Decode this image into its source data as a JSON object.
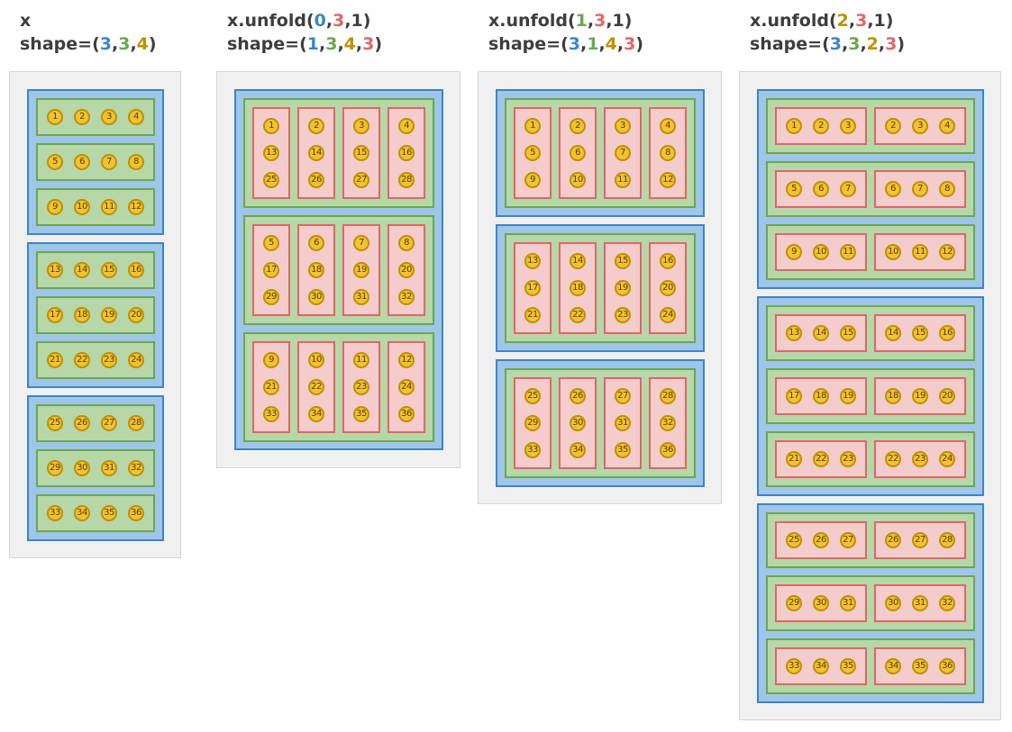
{
  "colors": {
    "dim0": "#3d85c6",
    "dim1": "#6aa84f",
    "dim2": "#bf9000",
    "dim3": "#e06666",
    "text": "#3d3d3d"
  },
  "panels": [
    {
      "id": "x",
      "title": [
        {
          "text": "x",
          "color": "text"
        }
      ],
      "shape": [
        {
          "text": "shape=(",
          "color": "text"
        },
        {
          "text": "3",
          "color": "dim0"
        },
        {
          "text": ",",
          "color": "text"
        },
        {
          "text": "3",
          "color": "dim1"
        },
        {
          "text": ",",
          "color": "text"
        },
        {
          "text": "4",
          "color": "dim2"
        },
        {
          "text": ")",
          "color": "text"
        }
      ],
      "tensor": [
        [
          [
            1,
            2,
            3,
            4
          ],
          [
            5,
            6,
            7,
            8
          ],
          [
            9,
            10,
            11,
            12
          ]
        ],
        [
          [
            13,
            14,
            15,
            16
          ],
          [
            17,
            18,
            19,
            20
          ],
          [
            21,
            22,
            23,
            24
          ]
        ],
        [
          [
            25,
            26,
            27,
            28
          ],
          [
            29,
            30,
            31,
            32
          ],
          [
            33,
            34,
            35,
            36
          ]
        ]
      ]
    },
    {
      "id": "unfold-0",
      "title": [
        {
          "text": "x.unfold(",
          "color": "text"
        },
        {
          "text": "0",
          "color": "dim0"
        },
        {
          "text": ",",
          "color": "text"
        },
        {
          "text": "3",
          "color": "dim3"
        },
        {
          "text": ",1)",
          "color": "text"
        }
      ],
      "shape": [
        {
          "text": "shape=(",
          "color": "text"
        },
        {
          "text": "1",
          "color": "dim0"
        },
        {
          "text": ",",
          "color": "text"
        },
        {
          "text": "3",
          "color": "dim1"
        },
        {
          "text": ",",
          "color": "text"
        },
        {
          "text": "4",
          "color": "dim2"
        },
        {
          "text": ",",
          "color": "text"
        },
        {
          "text": "3",
          "color": "dim3"
        },
        {
          "text": ")",
          "color": "text"
        }
      ],
      "tensor": [
        [
          [
            [
              1,
              13,
              25
            ],
            [
              2,
              14,
              26
            ],
            [
              3,
              15,
              27
            ],
            [
              4,
              16,
              28
            ]
          ],
          [
            [
              5,
              17,
              29
            ],
            [
              6,
              18,
              30
            ],
            [
              7,
              19,
              31
            ],
            [
              8,
              20,
              32
            ]
          ],
          [
            [
              9,
              21,
              33
            ],
            [
              10,
              22,
              34
            ],
            [
              11,
              23,
              35
            ],
            [
              12,
              24,
              36
            ]
          ]
        ]
      ]
    },
    {
      "id": "unfold-1",
      "title": [
        {
          "text": "x.unfold(",
          "color": "text"
        },
        {
          "text": "1",
          "color": "dim1"
        },
        {
          "text": ",",
          "color": "text"
        },
        {
          "text": "3",
          "color": "dim3"
        },
        {
          "text": ",1)",
          "color": "text"
        }
      ],
      "shape": [
        {
          "text": "shape=(",
          "color": "text"
        },
        {
          "text": "3",
          "color": "dim0"
        },
        {
          "text": ",",
          "color": "text"
        },
        {
          "text": "1",
          "color": "dim1"
        },
        {
          "text": ",",
          "color": "text"
        },
        {
          "text": "4",
          "color": "dim2"
        },
        {
          "text": ",",
          "color": "text"
        },
        {
          "text": "3",
          "color": "dim3"
        },
        {
          "text": ")",
          "color": "text"
        }
      ],
      "tensor": [
        [
          [
            [
              1,
              5,
              9
            ],
            [
              2,
              6,
              10
            ],
            [
              3,
              7,
              11
            ],
            [
              4,
              8,
              12
            ]
          ]
        ],
        [
          [
            [
              13,
              17,
              21
            ],
            [
              14,
              18,
              22
            ],
            [
              15,
              19,
              23
            ],
            [
              16,
              20,
              24
            ]
          ]
        ],
        [
          [
            [
              25,
              29,
              33
            ],
            [
              26,
              30,
              34
            ],
            [
              27,
              31,
              35
            ],
            [
              28,
              32,
              36
            ]
          ]
        ]
      ]
    },
    {
      "id": "unfold-2",
      "title": [
        {
          "text": "x.unfold(",
          "color": "text"
        },
        {
          "text": "2",
          "color": "dim2"
        },
        {
          "text": ",",
          "color": "text"
        },
        {
          "text": "3",
          "color": "dim3"
        },
        {
          "text": ",1)",
          "color": "text"
        }
      ],
      "shape": [
        {
          "text": "shape=(",
          "color": "text"
        },
        {
          "text": "3",
          "color": "dim0"
        },
        {
          "text": ",",
          "color": "text"
        },
        {
          "text": "3",
          "color": "dim1"
        },
        {
          "text": ",",
          "color": "text"
        },
        {
          "text": "2",
          "color": "dim2"
        },
        {
          "text": ",",
          "color": "text"
        },
        {
          "text": "3",
          "color": "dim3"
        },
        {
          "text": ")",
          "color": "text"
        }
      ],
      "tensor": [
        [
          [
            [
              1,
              2,
              3
            ],
            [
              2,
              3,
              4
            ]
          ],
          [
            [
              5,
              6,
              7
            ],
            [
              6,
              7,
              8
            ]
          ],
          [
            [
              9,
              10,
              11
            ],
            [
              10,
              11,
              12
            ]
          ]
        ],
        [
          [
            [
              13,
              14,
              15
            ],
            [
              14,
              15,
              16
            ]
          ],
          [
            [
              17,
              18,
              19
            ],
            [
              18,
              19,
              20
            ]
          ],
          [
            [
              21,
              22,
              23
            ],
            [
              22,
              23,
              24
            ]
          ]
        ],
        [
          [
            [
              25,
              26,
              27
            ],
            [
              26,
              27,
              28
            ]
          ],
          [
            [
              29,
              30,
              31
            ],
            [
              30,
              31,
              32
            ]
          ],
          [
            [
              33,
              34,
              35
            ],
            [
              34,
              35,
              36
            ]
          ]
        ]
      ]
    }
  ]
}
